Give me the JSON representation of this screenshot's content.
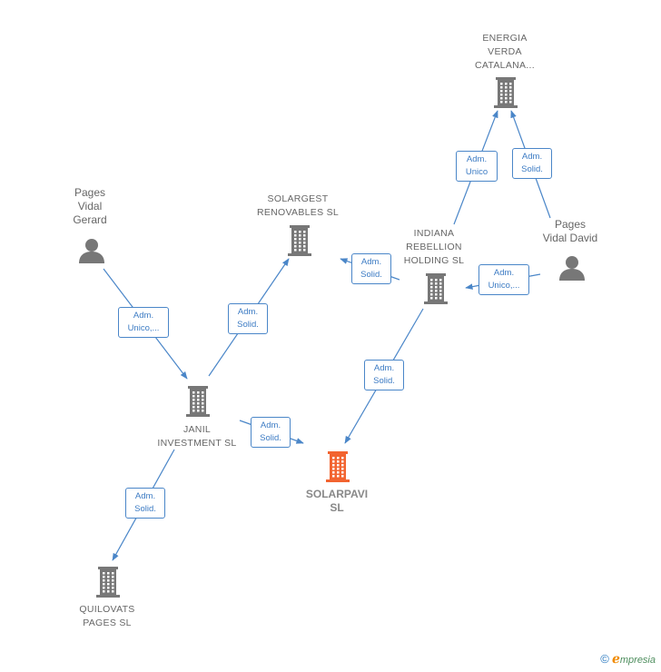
{
  "nodes": {
    "energia": {
      "label": "ENERGIA\nVERDA\nCATALANA...",
      "kind": "company"
    },
    "solargest": {
      "label": "SOLARGEST\nRENOVABLES SL",
      "kind": "company"
    },
    "indiana": {
      "label": "INDIANA\nREBELLION\nHOLDING  SL",
      "kind": "company"
    },
    "janil": {
      "label": "JANIL\nINVESTMENT SL",
      "kind": "company"
    },
    "solarpavi": {
      "label": "SOLARPAVI\nSL",
      "kind": "main"
    },
    "quilovats": {
      "label": "QUILOVATS\nPAGES  SL",
      "kind": "company"
    },
    "gerard": {
      "label": "Pages\nVidal\nGerard",
      "kind": "person"
    },
    "david": {
      "label": "Pages\nVidal David",
      "kind": "person"
    }
  },
  "edges": [
    {
      "from": "indiana",
      "to": "energia",
      "label": "Adm.\nUnico"
    },
    {
      "from": "david",
      "to": "energia",
      "label": "Adm.\nSolid."
    },
    {
      "from": "indiana",
      "to": "solargest",
      "label": "Adm.\nSolid."
    },
    {
      "from": "david",
      "to": "indiana",
      "label": "Adm.\nUnico,..."
    },
    {
      "from": "indiana",
      "to": "solarpavi",
      "label": "Adm.\nSolid."
    },
    {
      "from": "janil",
      "to": "solargest",
      "label": "Adm.\nSolid."
    },
    {
      "from": "gerard",
      "to": "janil",
      "label": "Adm.\nUnico,..."
    },
    {
      "from": "janil",
      "to": "solarpavi",
      "label": "Adm.\nSolid."
    },
    {
      "from": "janil",
      "to": "quilovats",
      "label": "Adm.\nSolid."
    }
  ],
  "colors": {
    "company": "#777777",
    "main": "#f26430",
    "edge": "#4a86c8",
    "edge_text": "#3d7cc4"
  },
  "credit": {
    "symbol": "©",
    "brand_initial": "ℯ",
    "brand_rest": "mpresia"
  }
}
